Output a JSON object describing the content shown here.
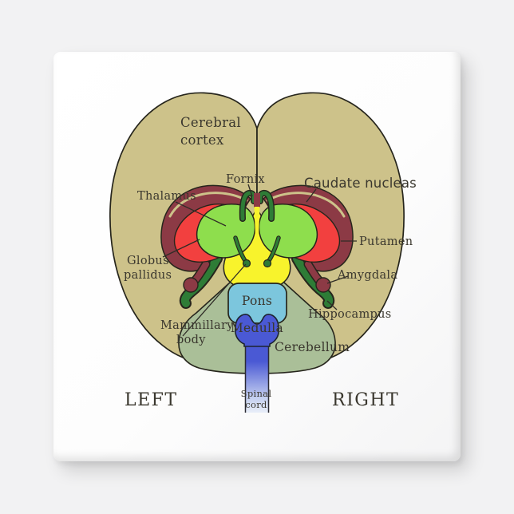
{
  "diagram": {
    "labels": {
      "cerebral_cortex": {
        "line1": "Cerebral",
        "line2": "cortex"
      },
      "fornix": "Fornix",
      "caudate_nucleus": "Caudate nucleas",
      "thalamus": "Thalamus",
      "putamen": "Putamen",
      "globus_pallidus": {
        "line1": "Globus",
        "line2": "pallidus"
      },
      "amygdala": "Amygdala",
      "hippocampus": "Hippocampus",
      "mammillary_body": {
        "line1": "Mammillary",
        "line2": "body"
      },
      "pons": "Pons",
      "medulla": "Medulla",
      "cerebellum": "Cerebellum",
      "spinal_cord": {
        "line1": "Spinal",
        "line2": "cord"
      },
      "left_side": "LEFT",
      "right_side": "RIGHT"
    },
    "colors": {
      "cortex_tan": "#cdc28a",
      "caudate_putamen_maroon": "#8c3a45",
      "globus_pallidus_red": "#f2403f",
      "thalamus_green": "#8ede4d",
      "fornix_hippocampus_dark_green": "#2e7c36",
      "hypothalamus_yellow": "#f8f32c",
      "cerebellum_sage": "#aabf98",
      "pons_blue": "#7cc6dd",
      "medulla_blue": "#4a59d4",
      "spinal_cord_fade": "#e9eef8",
      "outline": "#26251c",
      "label_text": "#3a372e"
    }
  }
}
